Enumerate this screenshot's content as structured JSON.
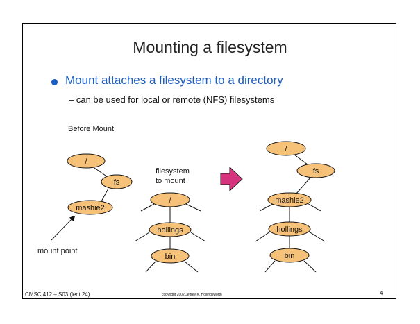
{
  "slide": {
    "title": "Mounting a filesystem",
    "bullet": "Mount attaches a filesystem to a directory",
    "sub_bullet": "– can be used for local or remote (NFS) filesystems",
    "before_label": "Before Mount",
    "filesystem_label_line1": "filesystem",
    "filesystem_label_line2": "to mount",
    "mount_point_label": "mount point",
    "footer_left": "CMSC 412 – S03 (lect 24)",
    "footer_center": "copyright 2002 Jeffrey K. Hollingsworth",
    "page_number": "4"
  },
  "nodes": {
    "before_root": "/",
    "before_fs": "fs",
    "before_mashie2": "mashie2",
    "mount_root": "/",
    "mount_hollings": "hollings",
    "mount_bin": "bin",
    "after_root": "/",
    "after_fs": "fs",
    "after_mashie2": "mashie2",
    "after_hollings": "hollings",
    "after_bin": "bin"
  },
  "colors": {
    "node_fill": "#f6c27a",
    "arrow_fill": "#d6337f",
    "bullet_color": "#1b5ec2"
  }
}
